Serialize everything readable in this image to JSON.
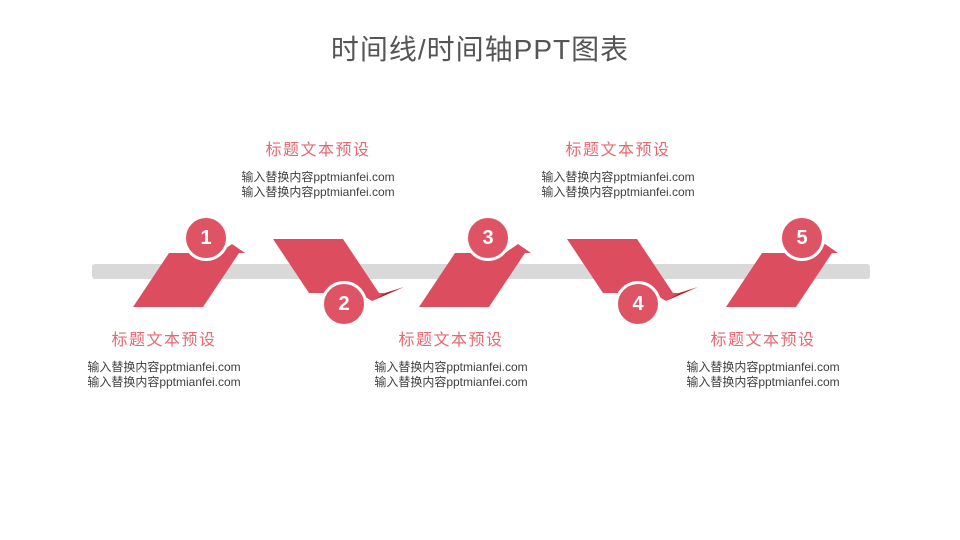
{
  "slide_title": "时间线/时间轴PPT图表",
  "colors": {
    "ribbon": "#dc4e5f",
    "ribbon_dark": "#b7212f",
    "circle": "#df5465",
    "bar": "#d9d9d9",
    "block_title": "#e46973",
    "body_text": "#3f3f3f",
    "main_title": "#555555"
  },
  "items": [
    {
      "number": "1",
      "side": "top"
    },
    {
      "number": "2",
      "side": "bottom"
    },
    {
      "number": "3",
      "side": "top"
    },
    {
      "number": "4",
      "side": "bottom"
    },
    {
      "number": "5",
      "side": "top"
    }
  ],
  "blocks": [
    {
      "position": "top",
      "title": "标题文本预设",
      "lines": [
        "输入替换内容pptmianfei.com",
        "输入替换内容pptmianfei.com"
      ]
    },
    {
      "position": "top",
      "title": "标题文本预设",
      "lines": [
        "输入替换内容pptmianfei.com",
        "输入替换内容pptmianfei.com"
      ]
    },
    {
      "position": "bottom",
      "title": "标题文本预设",
      "lines": [
        "输入替换内容pptmianfei.com",
        "输入替换内容pptmianfei.com"
      ]
    },
    {
      "position": "bottom",
      "title": "标题文本预设",
      "lines": [
        "输入替换内容pptmianfei.com",
        "输入替换内容pptmianfei.com"
      ]
    },
    {
      "position": "bottom",
      "title": "标题文本预设",
      "lines": [
        "输入替换内容pptmianfei.com",
        "输入替换内容pptmianfei.com"
      ]
    }
  ]
}
